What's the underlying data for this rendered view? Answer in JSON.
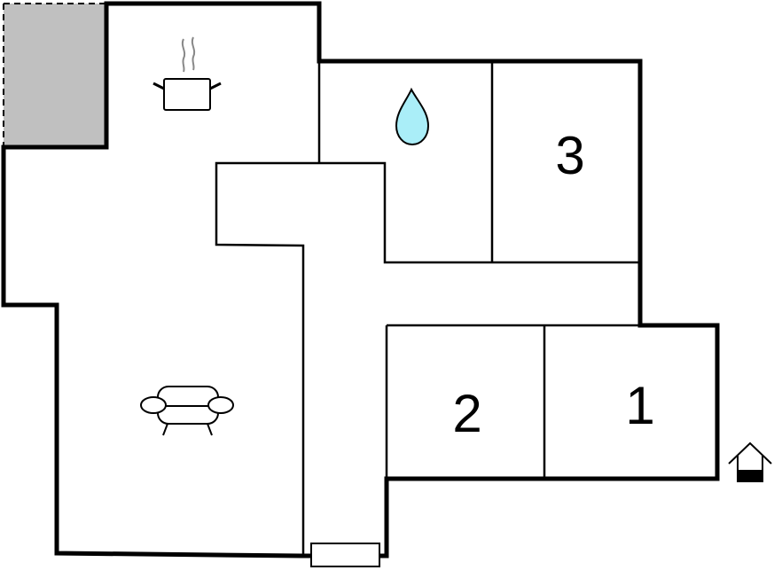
{
  "rooms": {
    "bedroom_1_number": "1",
    "bedroom_2_number": "2",
    "bedroom_3_number": "3"
  },
  "colors": {
    "wall": "#000000",
    "terrace": "#c0c0c0",
    "water_drop": "#aaeef8",
    "background": "#ffffff"
  },
  "icons": {
    "kitchen": "cooking-pot-icon",
    "bathroom": "water-drop-icon",
    "living_room": "sofa-icon",
    "entrance": "house-entrance-icon"
  }
}
